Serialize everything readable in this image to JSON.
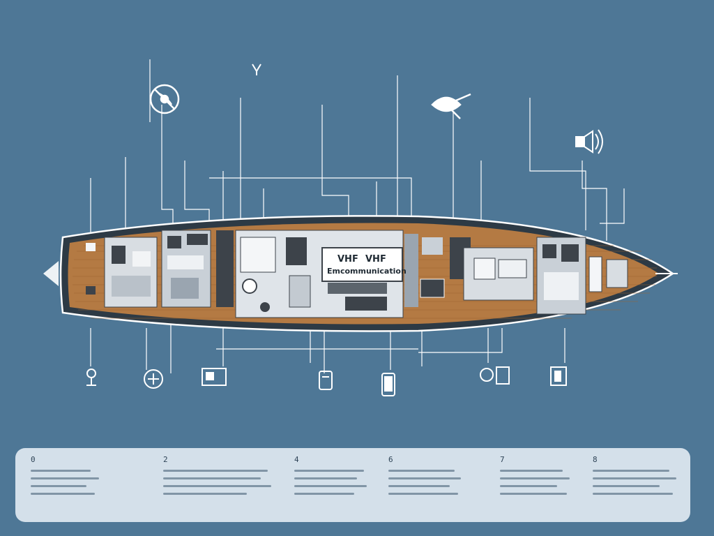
{
  "colors": {
    "background": "#4e7796",
    "lines": "#ffffff",
    "deck": "#b47a43",
    "hull_edge": "#ffffff",
    "equipment": "#d8dde2",
    "equipment_dark": "#3d434a",
    "legend_panel": "#d4e0ea"
  },
  "center_panel": {
    "title": "VHF",
    "title_second": "VHF",
    "subtitle": "Emcommunication"
  },
  "icons": [
    "antenna-dish-icon",
    "vhf-radio-icon",
    "satellite-dome-icon",
    "loudspeaker-icon",
    "microphone-icon",
    "radio-dial-icon",
    "display-unit-icon",
    "handheld-radio-icon",
    "smartphone-icon",
    "speaker-unit-icon"
  ],
  "legend": {
    "sections": [
      {
        "number": "0"
      },
      {
        "number": "2"
      },
      {
        "number": "4"
      },
      {
        "number": "6"
      },
      {
        "number": "7"
      },
      {
        "number": "8"
      }
    ]
  }
}
